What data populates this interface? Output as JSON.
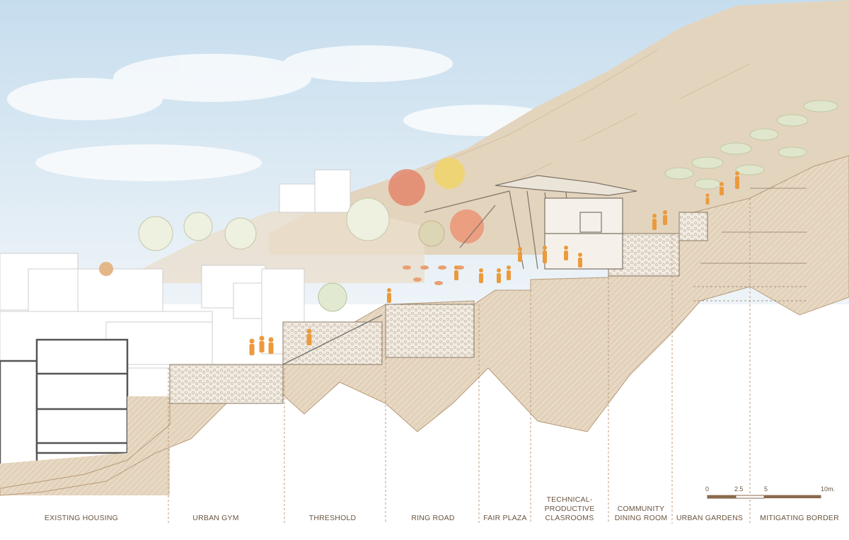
{
  "zones": [
    {
      "id": "existing-housing",
      "label": "EXISTING HOUSING"
    },
    {
      "id": "urban-gym",
      "label": "URBAN GYM"
    },
    {
      "id": "threshold",
      "label": "THRESHOLD"
    },
    {
      "id": "ring-road",
      "label": "RING ROAD"
    },
    {
      "id": "fair-plaza",
      "label": "FAIR PLAZA"
    },
    {
      "id": "technical-productive-classrooms",
      "label": "TECHNICAL-\nPRODUCTIVE\nCLASROOMS"
    },
    {
      "id": "community-dining-room",
      "label": "COMMUNITY\nDINING ROOM"
    },
    {
      "id": "urban-gardens",
      "label": "URBAN GARDENS"
    },
    {
      "id": "mitigating-border",
      "label": "MITIGATING BORDER"
    }
  ],
  "scale_bar": {
    "ticks": [
      "0",
      "2.5",
      "5",
      "10m."
    ]
  },
  "colors": {
    "sky": "#cfe2ef",
    "mountain": "#e2d3bd",
    "ground_section": "#e6d6bf",
    "hatch": "#c9b08e",
    "people": "#ec9a3c",
    "dashed_lines": "#b89470",
    "label_text": "#6a5540"
  }
}
